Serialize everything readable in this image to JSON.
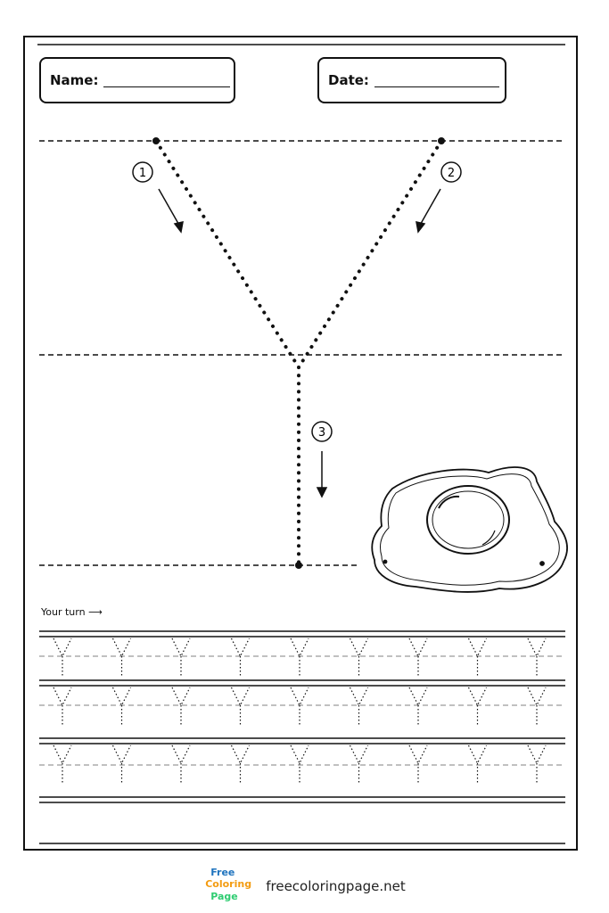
{
  "header": {
    "name_label": "Name:",
    "date_label": "Date:"
  },
  "steps": [
    "1",
    "2",
    "3"
  ],
  "practice": {
    "your_turn_label": "Your turn",
    "letter": "Y",
    "rows": 3,
    "letters_per_row": 9
  },
  "footer": {
    "logo_line1": "Free",
    "logo_line2": "Coloring",
    "logo_line3": "Page",
    "site": "freecoloringpage.net"
  },
  "colors": {
    "ink": "#111111",
    "guide_gray": "#9a9a9a",
    "logo_blue": "#1e73be",
    "logo_orange": "#f39c12",
    "logo_green": "#2ecc71"
  }
}
